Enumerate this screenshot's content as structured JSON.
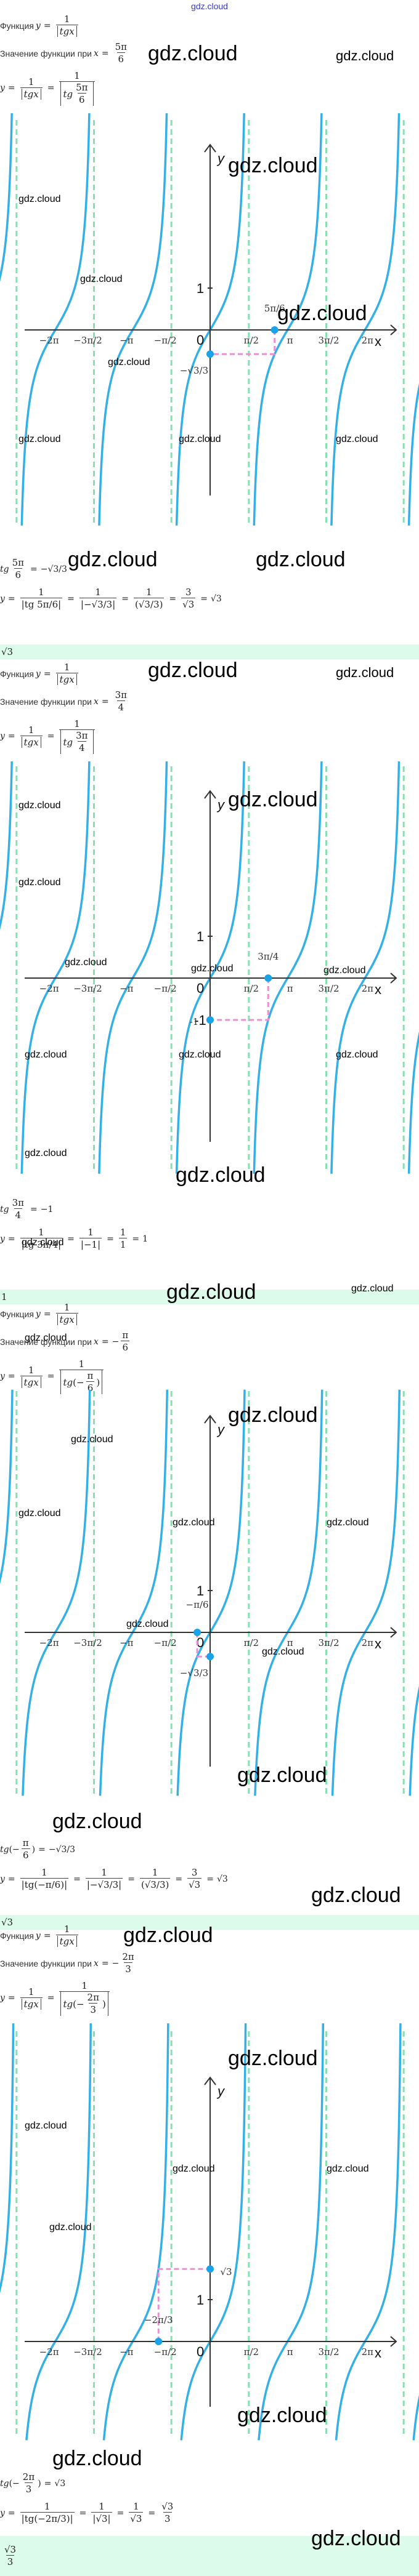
{
  "header": {
    "watermark": "gdz.cloud"
  },
  "watermark_text": "gdz.cloud",
  "common": {
    "function_label": "Функция",
    "value_label": "Значение функции при",
    "y": "y",
    "x": "x",
    "one": "1",
    "tgx": "tgx",
    "tg": "tg",
    "eq": "=",
    "minus": "−",
    "sqrt3": "√3",
    "three": "3"
  },
  "colors": {
    "curve": "#33b0e6",
    "asymptote": "#86e0b0",
    "guide": "#ea8fd0",
    "point": "#1aa3e8",
    "answer_bg": "#dcfbea",
    "axis": "#333333"
  },
  "sections": [
    {
      "x_value": {
        "sign": "",
        "num": "5π",
        "den": "6"
      },
      "tg_line": {
        "lhs_num": "5π",
        "lhs_den": "6",
        "rhs": "−√3/3"
      },
      "calc": [
        "1/|tg 5π/6|",
        "1/|−√3/3|",
        "1/(√3/3)",
        "3/√3",
        "√3"
      ],
      "answer": "√3"
    },
    {
      "x_value": {
        "sign": "",
        "num": "3π",
        "den": "4"
      },
      "tg_line": {
        "lhs_num": "3π",
        "lhs_den": "4",
        "rhs": "−1"
      },
      "calc": [
        "1/|tg 3π/4|",
        "1/|−1|",
        "1/1",
        "1"
      ],
      "answer": "1"
    },
    {
      "x_value": {
        "sign": "−",
        "num": "π",
        "den": "6"
      },
      "tg_line": {
        "lhs_num": "π",
        "lhs_den": "6",
        "rhs": "−√3/3"
      },
      "calc": [
        "1/|tg(−π/6)|",
        "1/|−√3/3|",
        "1/(√3/3)",
        "3/√3",
        "√3"
      ],
      "answer": "√3"
    },
    {
      "x_value": {
        "sign": "−",
        "num": "2π",
        "den": "3"
      },
      "tg_line": {
        "lhs_num": "2π",
        "lhs_den": "3",
        "rhs": "√3"
      },
      "calc": [
        "1/|tg(−2π/3)|",
        "1/|√3|",
        "1/√3",
        "√3/3"
      ],
      "answer": "√3/3"
    }
  ],
  "chart_data": [
    {
      "type": "line",
      "title": "",
      "function": "y = tg x",
      "xlabel": "x",
      "ylabel": "y",
      "xlim": [
        -8.2,
        8.2
      ],
      "ylim": [
        -4.8,
        5.2
      ],
      "x_ticks": [
        "−2π",
        "−3π/2",
        "−π",
        "−π/2",
        "0",
        "π/2",
        "π",
        "3π/2",
        "2π"
      ],
      "x_tick_values": [
        -6.2832,
        -4.7124,
        -3.1416,
        -1.5708,
        0,
        1.5708,
        3.1416,
        4.7124,
        6.2832
      ],
      "y_ticks": [
        "1"
      ],
      "asymptotes_x": [
        -7.854,
        -4.7124,
        -1.5708,
        1.5708,
        4.7124,
        7.854
      ],
      "marked_point": {
        "x": 2.618,
        "y": -0.577,
        "x_label": "5π/6",
        "y_label": "−√3/3"
      },
      "grid": false
    },
    {
      "type": "line",
      "function": "y = tg x",
      "xlabel": "x",
      "ylabel": "y",
      "xlim": [
        -8.2,
        8.2
      ],
      "ylim": [
        -4.8,
        5.2
      ],
      "x_ticks": [
        "−2π",
        "−3π/2",
        "−π",
        "−π/2",
        "0",
        "π/2",
        "π",
        "3π/2",
        "2π"
      ],
      "x_tick_values": [
        -6.2832,
        -4.7124,
        -3.1416,
        -1.5708,
        0,
        1.5708,
        3.1416,
        4.7124,
        6.2832
      ],
      "y_ticks": [
        "1",
        "-1"
      ],
      "asymptotes_x": [
        -7.854,
        -4.7124,
        -1.5708,
        1.5708,
        4.7124,
        7.854
      ],
      "marked_point": {
        "x": 2.356,
        "y": -1,
        "x_label": "3π/4",
        "y_label": "-1"
      },
      "grid": false
    },
    {
      "type": "line",
      "function": "y = tg x",
      "xlabel": "x",
      "ylabel": "y",
      "xlim": [
        -8.2,
        8.2
      ],
      "ylim": [
        -4.8,
        5.2
      ],
      "x_ticks": [
        "−2π",
        "−3π/2",
        "−π",
        "−π/2",
        "0",
        "π/2",
        "π",
        "3π/2",
        "2π"
      ],
      "x_tick_values": [
        -6.2832,
        -4.7124,
        -3.1416,
        -1.5708,
        0,
        1.5708,
        3.1416,
        4.7124,
        6.2832
      ],
      "y_ticks": [
        "1"
      ],
      "asymptotes_x": [
        -7.854,
        -4.7124,
        -1.5708,
        1.5708,
        4.7124,
        7.854
      ],
      "marked_point": {
        "x": -0.5236,
        "y": -0.577,
        "x_label": "−π/6",
        "y_label": "−√3/3"
      },
      "grid": false
    },
    {
      "type": "line",
      "function": "y = tg x",
      "xlabel": "x",
      "ylabel": "y",
      "xlim": [
        -8.2,
        8.2
      ],
      "ylim": [
        -2.2,
        7.8
      ],
      "x_ticks": [
        "−2π",
        "−3π/2",
        "−π",
        "−π/2",
        "0",
        "π/2",
        "π",
        "3π/2",
        "2π"
      ],
      "x_tick_values": [
        -6.2832,
        -4.7124,
        -3.1416,
        -1.5708,
        0,
        1.5708,
        3.1416,
        4.7124,
        6.2832
      ],
      "y_ticks": [
        "1"
      ],
      "asymptotes_x": [
        -7.854,
        -4.7124,
        -1.5708,
        1.5708,
        4.7124,
        7.854
      ],
      "marked_point": {
        "x": -2.094,
        "y": 1.732,
        "x_label": "−2π/3",
        "y_label": "√3"
      },
      "grid": false
    }
  ]
}
